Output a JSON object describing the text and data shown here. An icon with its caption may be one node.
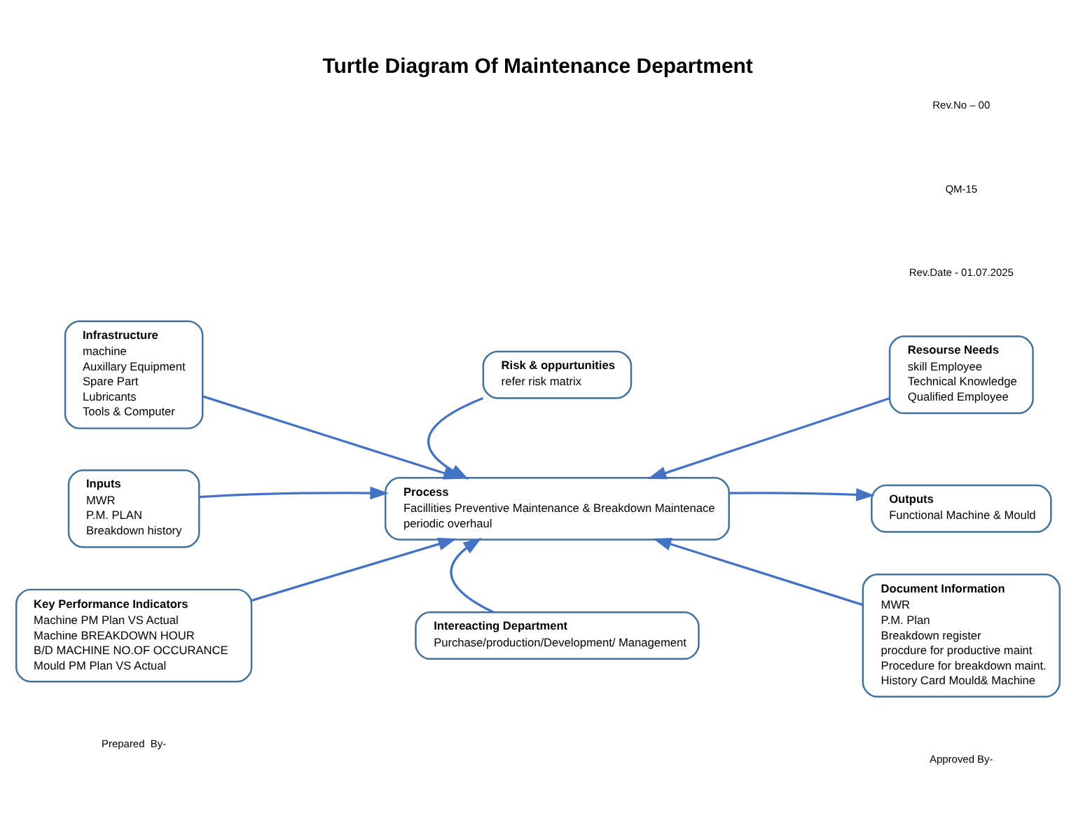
{
  "diagram": {
    "title": "Turtle Diagram Of Maintenance Department",
    "nodes": [
      {
        "text": [
          "Infrastructure",
          "machine",
          "Auxillary Equipment",
          "Spare Part",
          "Lubricants",
          "Tools & Computer"
        ]
      },
      {
        "text": [
          "Risk & oppurtunities",
          "refer risk matrix"
        ]
      },
      {
        "text": [
          "Resourse Needs",
          "skill Employee",
          "Technical Knowledge",
          "Qualified Employee"
        ]
      },
      {
        "text": [
          "Inputs",
          "MWR",
          "P.M. PLAN",
          "Breakdown history"
        ]
      },
      {
        "text": [
          "Process",
          "Facillities Preventive Maintenance & Breakdown Maintenace",
          "periodic overhaul"
        ]
      },
      {
        "text": [
          "Outputs",
          "Functional Machine & Mould"
        ]
      },
      {
        "text": [
          "Key Performance Indicators",
          "Machine PM Plan VS Actual",
          "Machine BREAKDOWN HOUR",
          "B/D MACHINE NO.OF OCCURANCE",
          "Mould PM Plan VS Actual"
        ]
      },
      {
        "text": [
          "Intereacting Department",
          "Purchase/production/Development/ Management"
        ]
      },
      {
        "text": [
          "Document Information",
          "MWR",
          "P.M. Plan",
          "Breakdown register",
          "procdure for productive maint",
          "Procedure for breakdown maint.",
          "History Card Mould& Machine"
        ]
      }
    ],
    "edges": [
      {
        "from": 0,
        "to": 4,
        "arrow": "to"
      },
      {
        "from": 1,
        "to": 4,
        "arrow": "to"
      },
      {
        "from": 2,
        "to": 4,
        "arrow": "to"
      },
      {
        "from": 3,
        "to": 4,
        "arrow": "to"
      },
      {
        "from": 4,
        "to": 5,
        "arrow": "to"
      },
      {
        "from": 6,
        "to": 4,
        "arrow": "to"
      },
      {
        "from": 7,
        "to": 4,
        "arrow": "to"
      },
      {
        "from": 8,
        "to": 4,
        "arrow": "to"
      }
    ],
    "labels": [
      "QM-15",
      "Rev.No – 00",
      "Rev.Date - 01.07.2025",
      "Prepared  By-",
      "Approved By-"
    ]
  }
}
